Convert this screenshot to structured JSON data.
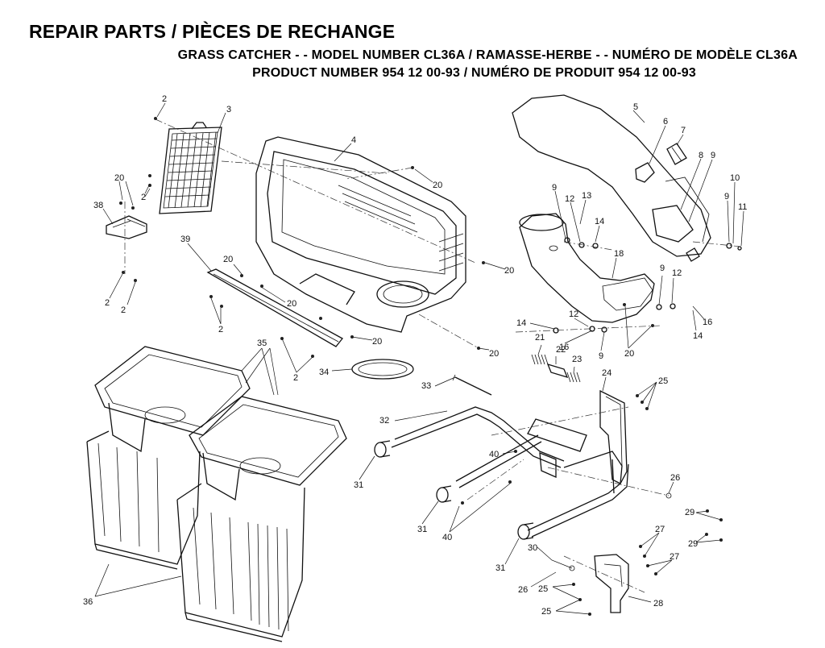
{
  "header": {
    "title": "REPAIR PARTS / PIÈCES DE RECHANGE",
    "subtitle_line1": "GRASS CATCHER - - MODEL NUMBER CL36A / RAMASSE-HERBE - - NUMÉRO DE MODÈLE CL36A",
    "subtitle_line2": "PRODUCT NUMBER 954 12 00-93 / NUMÉRO DE PRODUIT 954 12 00-93"
  },
  "callouts": {
    "c2a": "2",
    "c3": "3",
    "c4": "4",
    "c5": "5",
    "c6": "6",
    "c7": "7",
    "c8": "8",
    "c9a": "9",
    "c10": "10",
    "c11": "11",
    "c9b": "9",
    "c12a": "12",
    "c13": "13",
    "c14a": "14",
    "c9c": "9",
    "c20a": "20",
    "c2b": "2",
    "c20b": "20",
    "c38": "38",
    "c20c": "20",
    "c18": "18",
    "c39": "39",
    "c20d": "20",
    "c2c": "2",
    "c2d": "2",
    "c20e": "20",
    "c2e": "2",
    "c9d": "9",
    "c12b": "12",
    "c16a": "16",
    "c14b": "14",
    "c12c": "12",
    "c14c": "14",
    "c16b": "16",
    "c9e": "9",
    "c20f": "20",
    "c21": "21",
    "c22": "22",
    "c23": "23",
    "c20g": "20",
    "c2f": "2",
    "c20h": "20",
    "c35": "35",
    "c34": "34",
    "c24": "24",
    "c25a": "25",
    "c33": "33",
    "c32": "32",
    "c40a": "40",
    "c26a": "26",
    "c31a": "31",
    "c29a": "29",
    "c29b": "29",
    "c31b": "31",
    "c40b": "40",
    "c27a": "27",
    "c27b": "27",
    "c31c": "31",
    "c30": "30",
    "c25b": "25",
    "c26b": "26",
    "c28": "28",
    "c25c": "25",
    "c36": "36"
  }
}
